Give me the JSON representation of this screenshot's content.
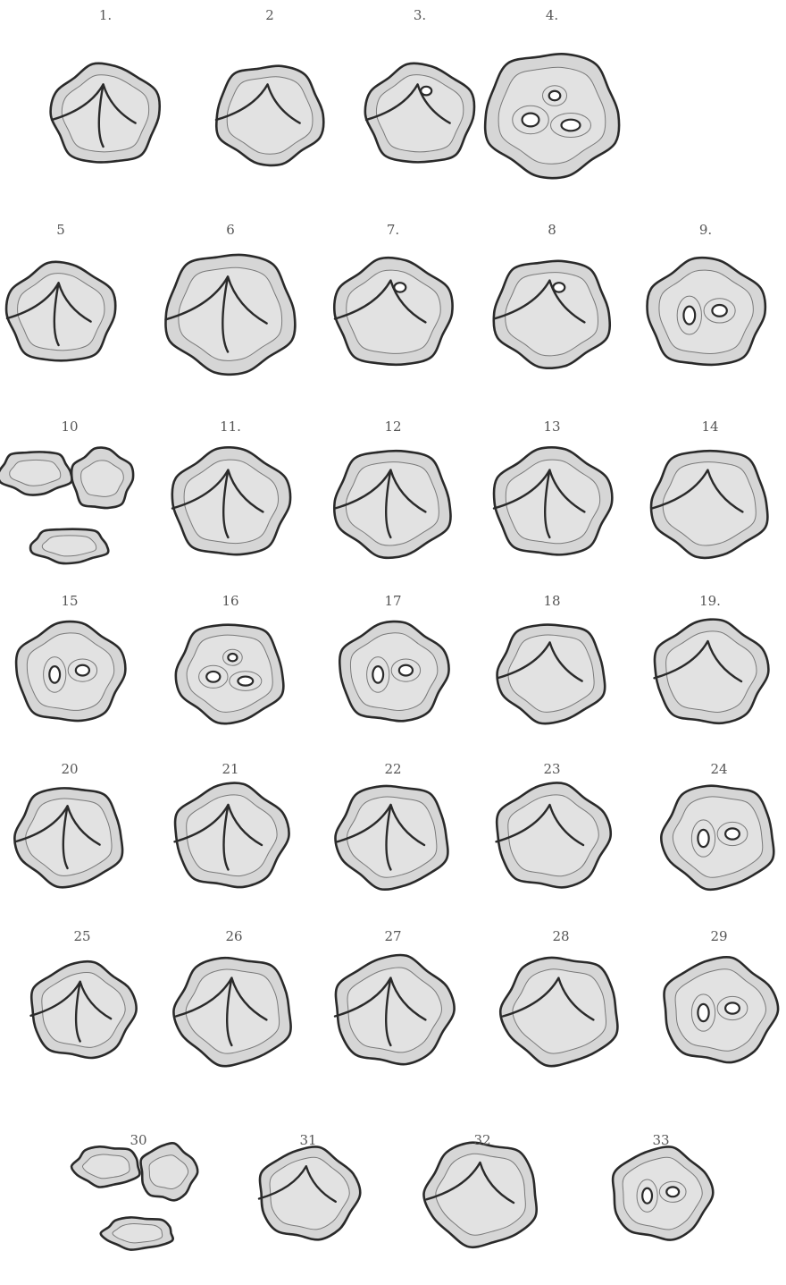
{
  "plate": {
    "figures": [
      {
        "label": "1.",
        "form": "split"
      },
      {
        "label": "2",
        "form": "hook"
      },
      {
        "label": "3.",
        "form": "hook-hole"
      },
      {
        "label": "4.",
        "form": "round-holes3"
      },
      {
        "label": "5",
        "form": "split"
      },
      {
        "label": "6",
        "form": "split"
      },
      {
        "label": "7.",
        "form": "hook-hole"
      },
      {
        "label": "8",
        "form": "hook-hole"
      },
      {
        "label": "9.",
        "form": "round-holes2"
      },
      {
        "label": "10",
        "form": "fragments"
      },
      {
        "label": "11.",
        "form": "split"
      },
      {
        "label": "12",
        "form": "split"
      },
      {
        "label": "13",
        "form": "split"
      },
      {
        "label": "14",
        "form": "hook"
      },
      {
        "label": "15",
        "form": "round-holes2"
      },
      {
        "label": "16",
        "form": "round-holes3"
      },
      {
        "label": "17",
        "form": "round-holes2"
      },
      {
        "label": "18",
        "form": "hook"
      },
      {
        "label": "19.",
        "form": "hook"
      },
      {
        "label": "20",
        "form": "split"
      },
      {
        "label": "21",
        "form": "split"
      },
      {
        "label": "22",
        "form": "split"
      },
      {
        "label": "23",
        "form": "hook"
      },
      {
        "label": "24",
        "form": "round-holes2"
      },
      {
        "label": "25",
        "form": "split"
      },
      {
        "label": "26",
        "form": "split"
      },
      {
        "label": "27",
        "form": "split"
      },
      {
        "label": "28",
        "form": "hook"
      },
      {
        "label": "29",
        "form": "round-holes2"
      },
      {
        "label": "30",
        "form": "fragments"
      },
      {
        "label": "31",
        "form": "hook"
      },
      {
        "label": "32",
        "form": "hook"
      },
      {
        "label": "33",
        "form": "round-holes2"
      }
    ]
  }
}
